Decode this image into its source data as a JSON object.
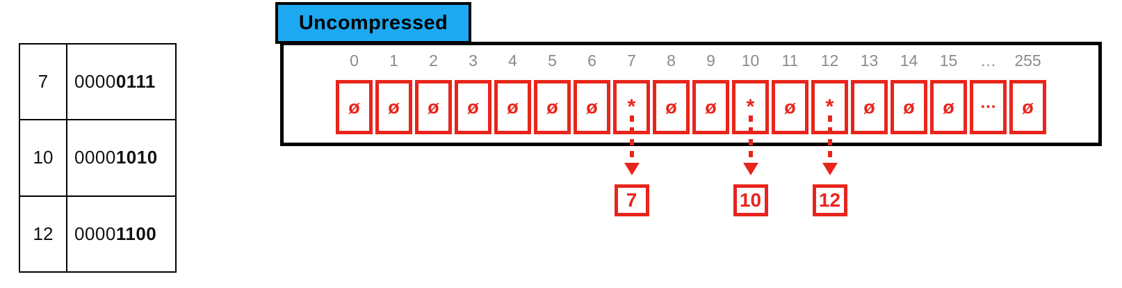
{
  "colors": {
    "red": "#e8251c",
    "blue": "#1ca9f2",
    "gray": "#8b8b8b",
    "black": "#000000"
  },
  "uncompressed": {
    "label": "Uncompressed"
  },
  "value_table": {
    "rows": [
      {
        "value": "7",
        "binary_prefix": "0000",
        "binary_bold": "0111"
      },
      {
        "value": "10",
        "binary_prefix": "0000",
        "binary_bold": "1010"
      },
      {
        "value": "12",
        "binary_prefix": "0000",
        "binary_bold": "1100"
      }
    ]
  },
  "array": {
    "empty_symbol": "ø",
    "present_symbol": "*",
    "ellipsis_symbol": "…",
    "indices": [
      "0",
      "1",
      "2",
      "3",
      "4",
      "5",
      "6",
      "7",
      "8",
      "9",
      "10",
      "11",
      "12",
      "13",
      "14",
      "15",
      "…",
      "255"
    ],
    "cells": [
      "ø",
      "ø",
      "ø",
      "ø",
      "ø",
      "ø",
      "ø",
      "*",
      "ø",
      "ø",
      "*",
      "ø",
      "*",
      "ø",
      "ø",
      "ø",
      "…",
      "ø"
    ]
  },
  "pointers": [
    {
      "cell_index": 7,
      "label": "7"
    },
    {
      "cell_index": 10,
      "label": "10"
    },
    {
      "cell_index": 12,
      "label": "12"
    }
  ]
}
